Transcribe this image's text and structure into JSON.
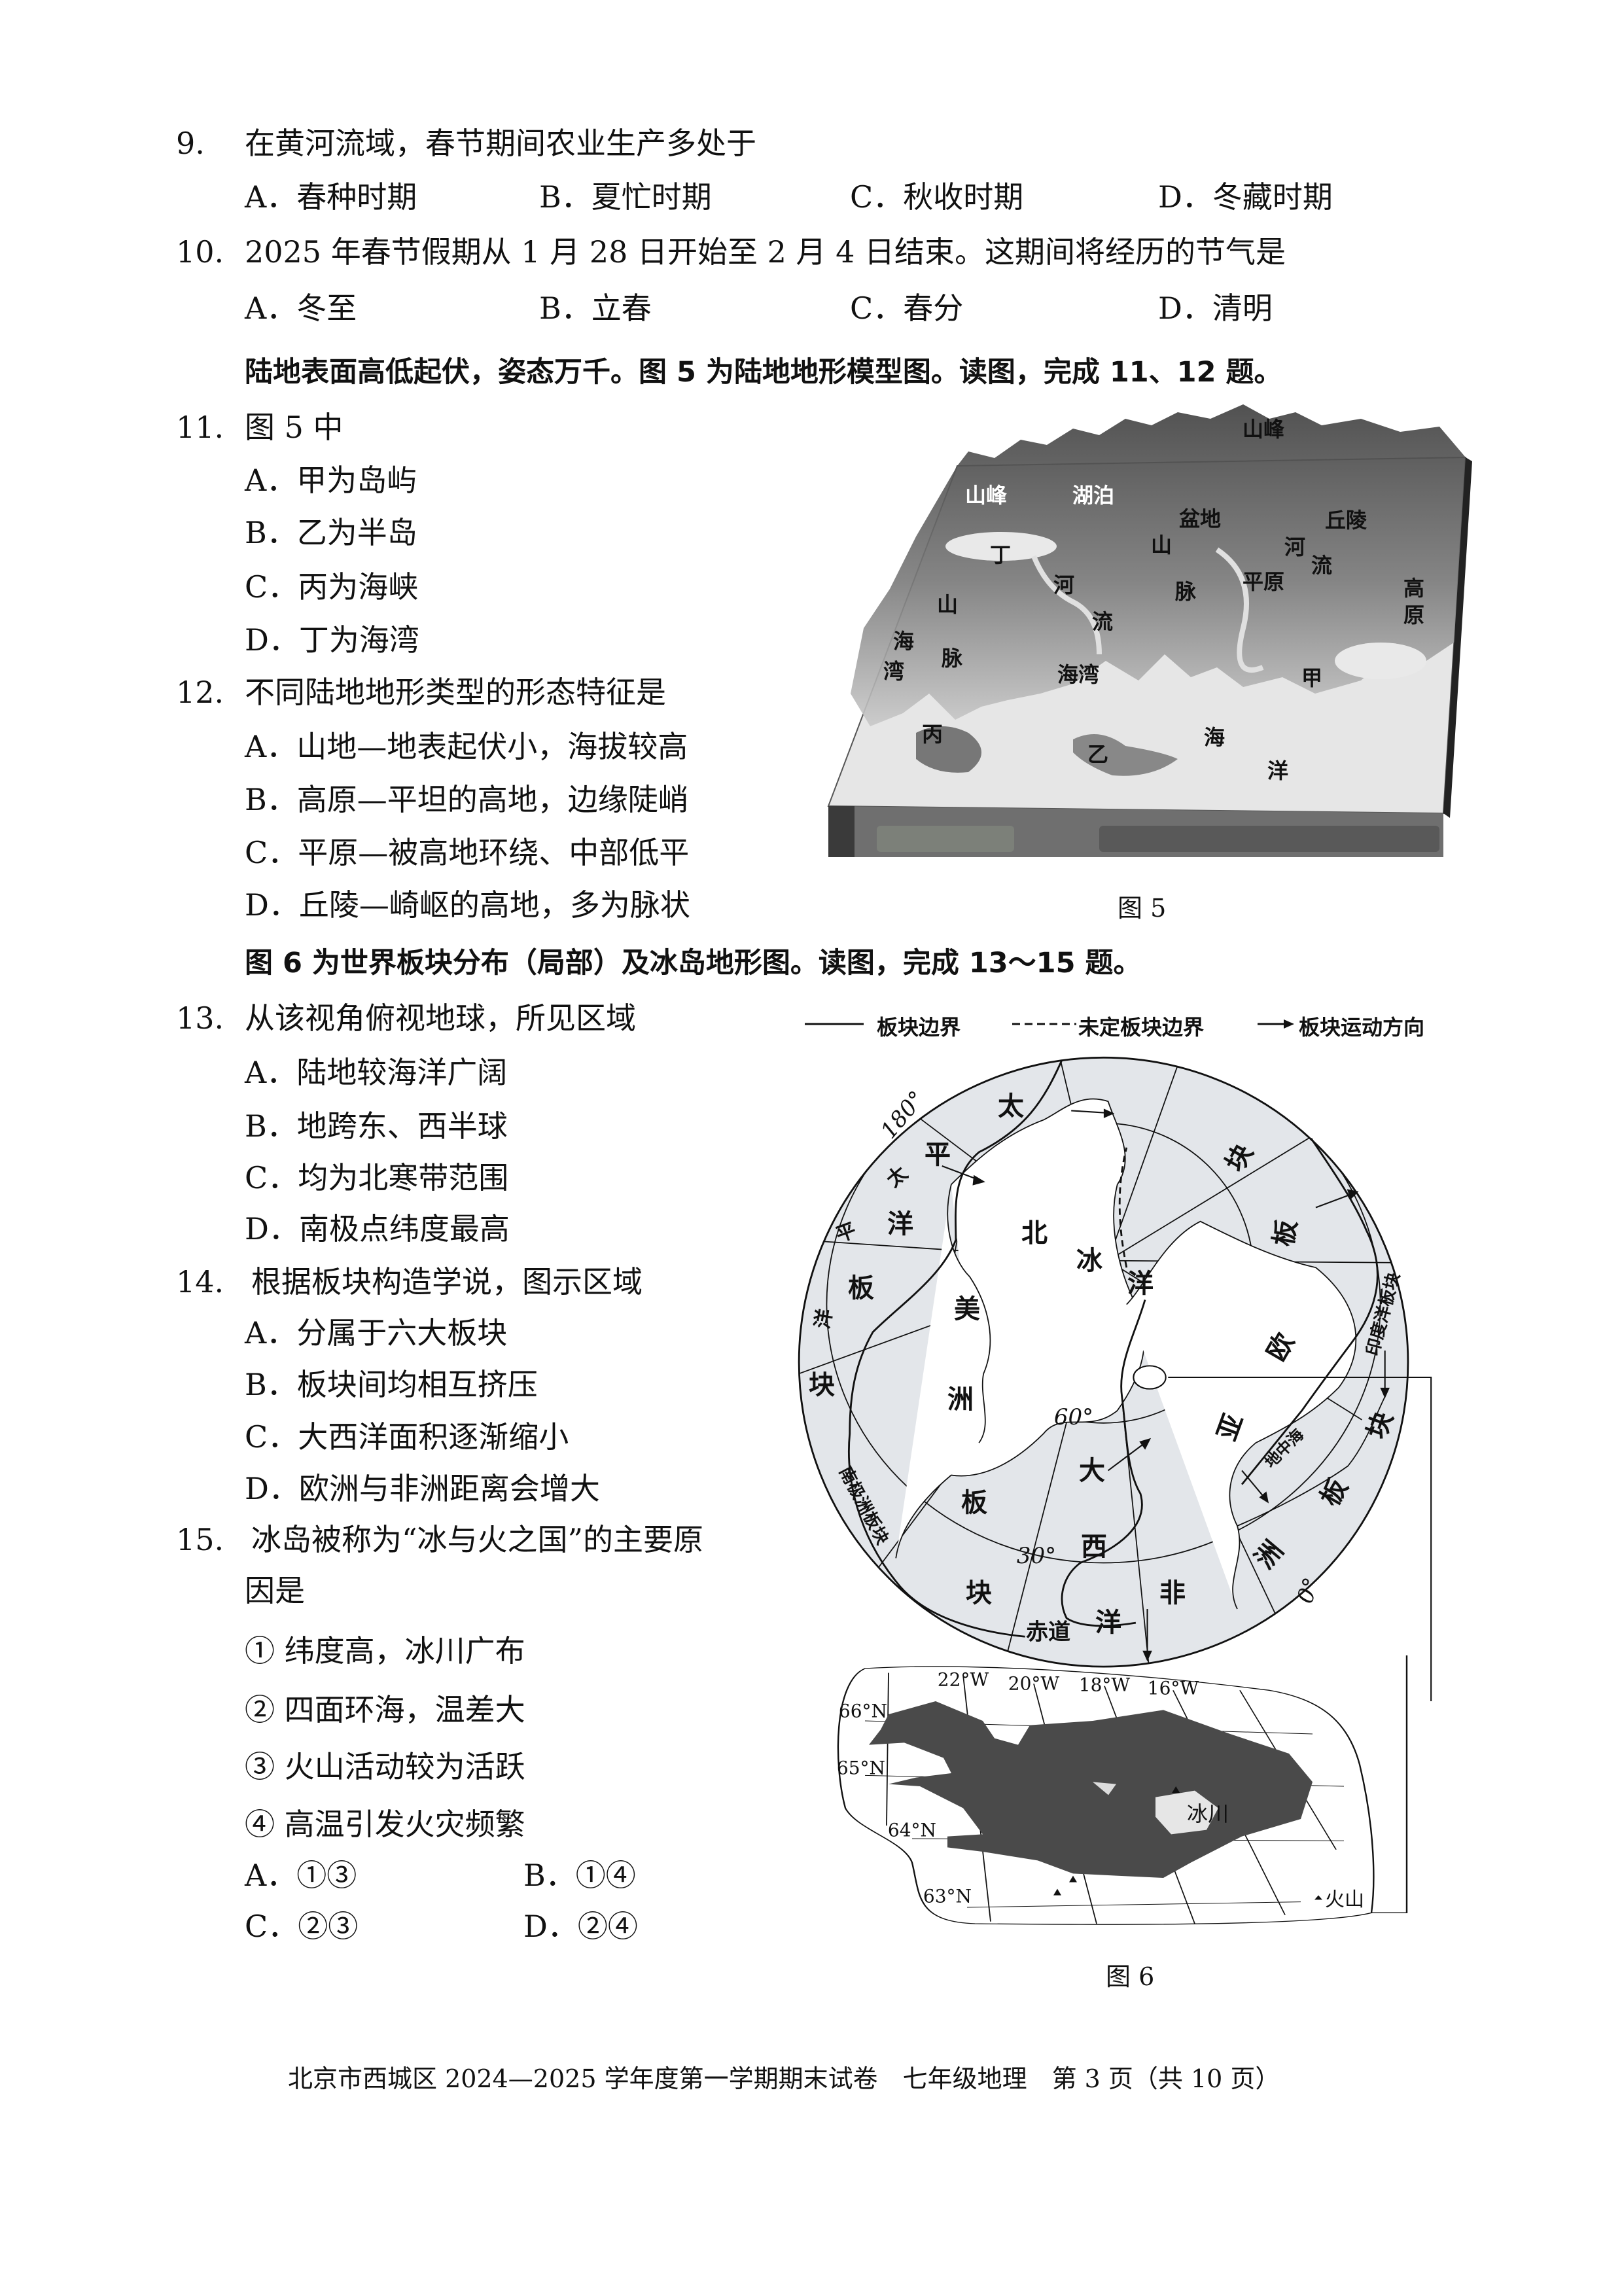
{
  "q9": {
    "num": "9.",
    "stem": "在黄河流域，春节期间农业生产多处于",
    "options": [
      "A．春种时期",
      "B．夏忙时期",
      "C．秋收时期",
      "D．冬藏时期"
    ]
  },
  "q10": {
    "num": "10.",
    "stem": "2025 年春节假期从 1 月 28 日开始至 2 月 4 日结束。这期间将经历的节气是",
    "options": [
      "A．冬至",
      "B．立春",
      "C．春分",
      "D．清明"
    ]
  },
  "intro_11_12": "陆地表面高低起伏，姿态万千。图 5 为陆地地形模型图。读图，完成 11、12 题。",
  "q11": {
    "num": "11.",
    "stem": "图 5 中",
    "options": [
      "A．甲为岛屿",
      "B．乙为半岛",
      "C．丙为海峡",
      "D．丁为海湾"
    ]
  },
  "q12": {
    "num": "12.",
    "stem": "不同陆地地形类型的形态特征是",
    "options": [
      "A．山地—地表起伏小，海拔较高",
      "B．高原—平坦的高地，边缘陡峭",
      "C．平原—被高地环绕、中部低平",
      "D．丘陵—崎岖的高地，多为脉状"
    ]
  },
  "figure5": {
    "caption": "图 5",
    "labels": {
      "peak_top": "山峰",
      "peak_left": "山峰",
      "lake": "湖泊",
      "basin": "盆地",
      "hills": "丘陵",
      "ding": "丁",
      "mtn1a": "山",
      "mtn1b": "脉",
      "river1a": "河",
      "river1b": "流",
      "plain": "平原",
      "plateau_a": "高",
      "plateau_b": "原",
      "river2a": "河",
      "river2b": "流",
      "mtn2a": "山",
      "mtn2b": "脉",
      "bay_left_a": "海",
      "bay_left_b": "湾",
      "bay_center": "海湾",
      "jia": "甲",
      "bing": "丙",
      "yi": "乙",
      "ocean_a": "海",
      "ocean_b": "洋"
    }
  },
  "intro_13_15": "图 6 为世界板块分布（局部）及冰岛地形图。读图，完成 13～15 题。",
  "q13": {
    "num": "13.",
    "stem": "从该视角俯视地球，所见区域",
    "options": [
      "A．陆地较海洋广阔",
      "B．地跨东、西半球",
      "C．均为北寒带范围",
      "D．南极点纬度最高"
    ]
  },
  "q14": {
    "num": "14.",
    "stem": "根据板块构造学说，图示区域",
    "options": [
      "A．分属于六大板块",
      "B．板块间均相互挤压",
      "C．大西洋面积逐渐缩小",
      "D．欧洲与非洲距离会增大"
    ]
  },
  "q15": {
    "num": "15.",
    "stem_line1": "冰岛被称为“冰与火之国”的主要原",
    "stem_line2": "因是",
    "items": [
      "① 纬度高，冰川广布",
      "② 四面环海，温差大",
      "③ 火山活动较为活跃",
      "④ 高温引发火灾频繁"
    ],
    "options": [
      "A．①③",
      "B．①④",
      "C．②③",
      "D．②④"
    ]
  },
  "figure6": {
    "caption": "图 6",
    "legend": {
      "boundary": "板块边界",
      "undetermined": "未定板块边界",
      "motion": "板块运动方向"
    },
    "globe_labels": {
      "pac1": "太",
      "pac2": "平",
      "pac3": "洋",
      "pac4": "板",
      "pac5": "块",
      "pac_s1": "太",
      "pac_s2": "平",
      "pac_s3": "洋",
      "arc1": "北",
      "arc2": "冰",
      "arc3": "洋",
      "am1": "美",
      "am2": "洲",
      "am3": "板",
      "am4": "块",
      "eu1": "块",
      "eu2": "板",
      "eu3": "欧",
      "eu4": "亚",
      "eu5": "块",
      "atl1": "大",
      "atl2": "西",
      "atl3": "洋",
      "af1": "非",
      "af2": "洲",
      "af3": "板",
      "antarctic": "南极洲板块",
      "indian": "印度洋板块",
      "med": "地中海",
      "equator": "赤道"
    },
    "degrees": {
      "d180": "180°",
      "d60": "60°",
      "d30": "30°",
      "d0": "0°"
    },
    "iceland": {
      "lon": [
        "22°W",
        "20°W",
        "18°W",
        "16°W"
      ],
      "lat": [
        "66°N",
        "65°N",
        "64°N",
        "63°N"
      ],
      "glacier": "冰川",
      "volcano": "火山"
    }
  },
  "footer": "北京市西城区 2024—2025 学年度第一学期期末试卷　七年级地理　第 3 页（共 10 页）"
}
